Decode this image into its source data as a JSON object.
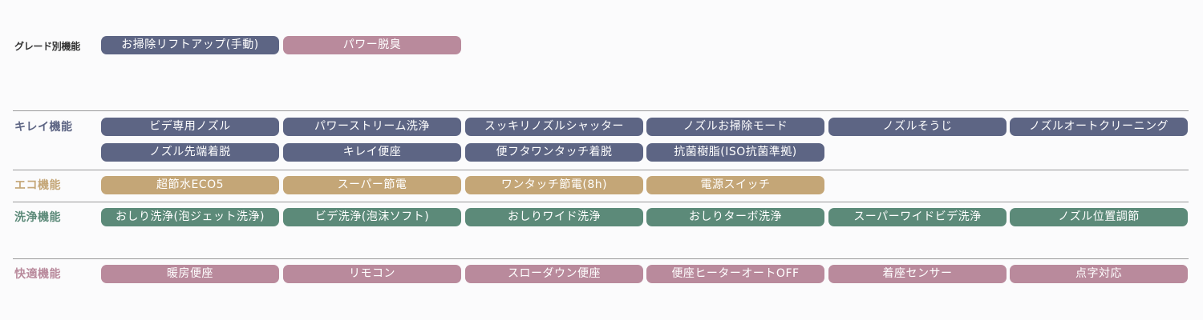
{
  "grade": {
    "label": "グレード別機能",
    "items": [
      "お掃除リフトアップ(手動)",
      "パワー脱臭"
    ]
  },
  "kirei": {
    "label": "キレイ機能",
    "items": [
      "ビデ専用ノズル",
      "パワーストリーム洗浄",
      "スッキリノズルシャッター",
      "ノズルお掃除モード",
      "ノズルそうじ",
      "ノズルオートクリーニング",
      "ノズル先端着脱",
      "キレイ便座",
      "便フタワンタッチ着脱",
      "抗菌樹脂(ISO抗菌準拠)"
    ]
  },
  "eco": {
    "label": "エコ機能",
    "items": [
      "超節水ECO5",
      "スーパー節電",
      "ワンタッチ節電(8h)",
      "電源スイッチ"
    ]
  },
  "wash": {
    "label": "洗浄機能",
    "items": [
      "おしり洗浄(泡ジェット洗浄)",
      "ビデ洗浄(泡沫ソフト)",
      "おしりワイド洗浄",
      "おしりターボ洗浄",
      "スーパーワイドビデ洗浄",
      "ノズル位置調節"
    ]
  },
  "comfort": {
    "label": "快適機能",
    "items": [
      "暖房便座",
      "リモコン",
      "スローダウン便座",
      "便座ヒーターオートOFF",
      "着座センサー",
      "点字対応"
    ]
  },
  "colors": {
    "kirei": "#5d6584",
    "eco": "#c4a677",
    "wash": "#5c8a79",
    "comfort": "#b98a9c"
  }
}
